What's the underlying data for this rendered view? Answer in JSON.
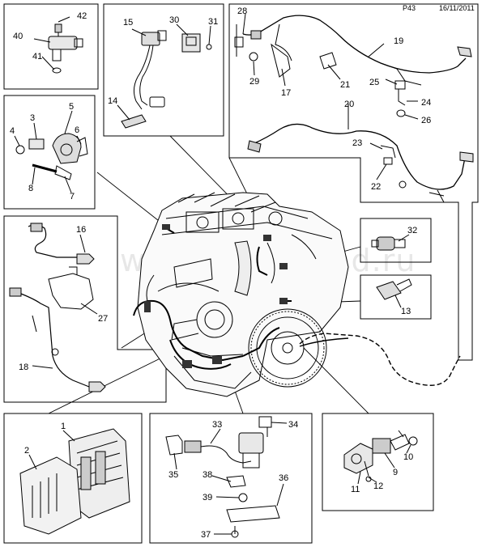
{
  "header": {
    "page_code": "P43",
    "date": "16/11/2011"
  },
  "watermark": "www.autoround.ru",
  "callouts": [
    {
      "id": "c1",
      "text": "1"
    },
    {
      "id": "c2",
      "text": "2"
    },
    {
      "id": "c3",
      "text": "3"
    },
    {
      "id": "c4",
      "text": "4"
    },
    {
      "id": "c5",
      "text": "5"
    },
    {
      "id": "c6",
      "text": "6"
    },
    {
      "id": "c7",
      "text": "7"
    },
    {
      "id": "c8",
      "text": "8"
    },
    {
      "id": "c9",
      "text": "9"
    },
    {
      "id": "c10",
      "text": "10"
    },
    {
      "id": "c11",
      "text": "11"
    },
    {
      "id": "c12",
      "text": "12"
    },
    {
      "id": "c13",
      "text": "13"
    },
    {
      "id": "c14",
      "text": "14"
    },
    {
      "id": "c15",
      "text": "15"
    },
    {
      "id": "c16",
      "text": "16"
    },
    {
      "id": "c17",
      "text": "17"
    },
    {
      "id": "c18",
      "text": "18"
    },
    {
      "id": "c19",
      "text": "19"
    },
    {
      "id": "c20",
      "text": "20"
    },
    {
      "id": "c21",
      "text": "21"
    },
    {
      "id": "c22",
      "text": "22"
    },
    {
      "id": "c23",
      "text": "23"
    },
    {
      "id": "c24",
      "text": "24"
    },
    {
      "id": "c25",
      "text": "25"
    },
    {
      "id": "c26",
      "text": "26"
    },
    {
      "id": "c27",
      "text": "27"
    },
    {
      "id": "c28",
      "text": "28"
    },
    {
      "id": "c29",
      "text": "29"
    },
    {
      "id": "c30",
      "text": "30"
    },
    {
      "id": "c31",
      "text": "31"
    },
    {
      "id": "c32",
      "text": "32"
    },
    {
      "id": "c33",
      "text": "33"
    },
    {
      "id": "c34",
      "text": "34"
    },
    {
      "id": "c35",
      "text": "35"
    },
    {
      "id": "c36",
      "text": "36"
    },
    {
      "id": "c37",
      "text": "37"
    },
    {
      "id": "c38",
      "text": "38"
    },
    {
      "id": "c39",
      "text": "39"
    },
    {
      "id": "c40",
      "text": "40"
    },
    {
      "id": "c41",
      "text": "41"
    },
    {
      "id": "c42",
      "text": "42"
    }
  ]
}
